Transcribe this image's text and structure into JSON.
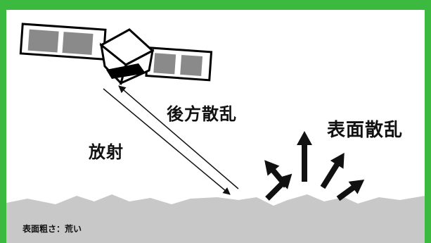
{
  "frame_color": "#3cb93f",
  "ground_color": "#c8c8c8",
  "labels": {
    "backscatter": "後方散乱",
    "emission": "放射",
    "surface_scattering": "表面散乱",
    "roughness": "表面粗さ：荒い"
  },
  "icons": [
    "satellite-icon"
  ]
}
